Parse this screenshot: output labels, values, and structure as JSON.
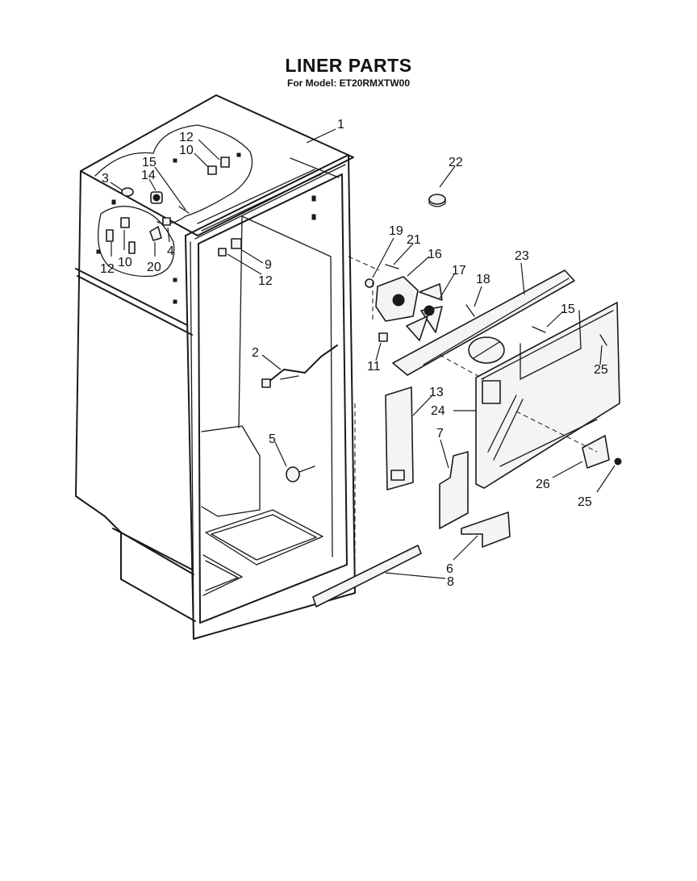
{
  "title": "LINER PARTS",
  "subtitle": "For Model: ET20RMXTW00",
  "callouts": [
    {
      "id": "1",
      "text": "1"
    },
    {
      "id": "2",
      "text": "2"
    },
    {
      "id": "3",
      "text": "3"
    },
    {
      "id": "4",
      "text": "4"
    },
    {
      "id": "5",
      "text": "5"
    },
    {
      "id": "6",
      "text": "6"
    },
    {
      "id": "7",
      "text": "7"
    },
    {
      "id": "8",
      "text": "8"
    },
    {
      "id": "9",
      "text": "9"
    },
    {
      "id": "10a",
      "text": "10"
    },
    {
      "id": "10b",
      "text": "10"
    },
    {
      "id": "11",
      "text": "11"
    },
    {
      "id": "12a",
      "text": "12"
    },
    {
      "id": "12b",
      "text": "12"
    },
    {
      "id": "12c",
      "text": "12"
    },
    {
      "id": "13",
      "text": "13"
    },
    {
      "id": "14",
      "text": "14"
    },
    {
      "id": "15a",
      "text": "15"
    },
    {
      "id": "15b",
      "text": "15"
    },
    {
      "id": "16",
      "text": "16"
    },
    {
      "id": "17",
      "text": "17"
    },
    {
      "id": "18",
      "text": "18"
    },
    {
      "id": "19",
      "text": "19"
    },
    {
      "id": "20",
      "text": "20"
    },
    {
      "id": "21",
      "text": "21"
    },
    {
      "id": "22",
      "text": "22"
    },
    {
      "id": "23",
      "text": "23"
    },
    {
      "id": "24",
      "text": "24"
    },
    {
      "id": "25a",
      "text": "25"
    },
    {
      "id": "25b",
      "text": "25"
    },
    {
      "id": "26",
      "text": "26"
    }
  ]
}
